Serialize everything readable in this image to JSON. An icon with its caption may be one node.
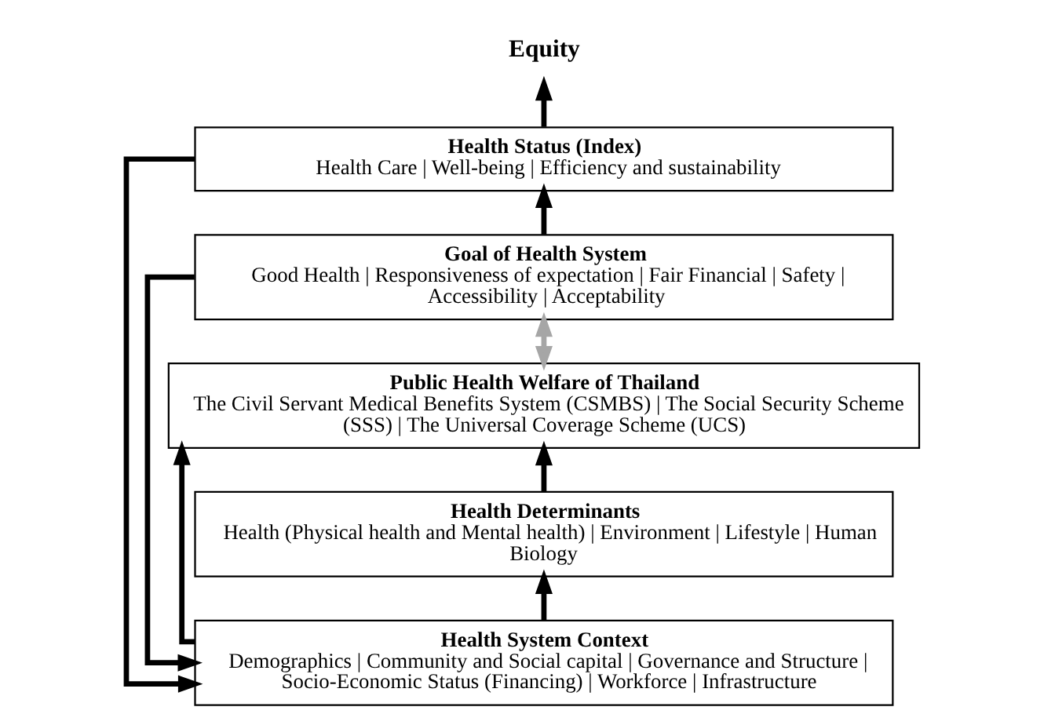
{
  "diagram": {
    "nodes": [
      {
        "text": [
          "Equity"
        ]
      },
      {
        "text": [
          "Health Status (Index)",
          "Health Care | Well-being | Efficiency and sustainability"
        ]
      },
      {
        "text": [
          "Goal of Health System",
          "Good Health | Responsiveness of expectation | Fair Financial | Safety | Accessibility | Acceptability"
        ]
      },
      {
        "text": [
          "Public Health Welfare of Thailand",
          "The Civil Servant Medical Benefits System (CSMBS) | The Social Security Scheme (SSS) | The Universal Coverage Scheme (UCS)"
        ]
      },
      {
        "text": [
          "Health Determinants",
          "Health (Physical health and Mental health) | Environment | Lifestyle | Human Biology"
        ]
      },
      {
        "text": [
          "Health System Context",
          "Demographics | Community and Social capital | Governance and Structure | Socio-Economic Status (Financing) | Workforce | Infrastructure"
        ]
      }
    ],
    "edges": [
      {
        "from": 1,
        "to": 0,
        "arrow": "to"
      },
      {
        "from": 2,
        "to": 1,
        "arrow": "to"
      },
      {
        "from": 3,
        "to": 2,
        "arrow": "both",
        "color": "#a6a6a6"
      },
      {
        "from": 4,
        "to": 3,
        "arrow": "to"
      },
      {
        "from": 5,
        "to": 4,
        "arrow": "to"
      },
      {
        "from": 1,
        "to": 5,
        "arrow": "to"
      },
      {
        "from": 2,
        "to": 5,
        "arrow": "to"
      },
      {
        "from": 5,
        "to": 3,
        "arrow": "to"
      }
    ]
  }
}
